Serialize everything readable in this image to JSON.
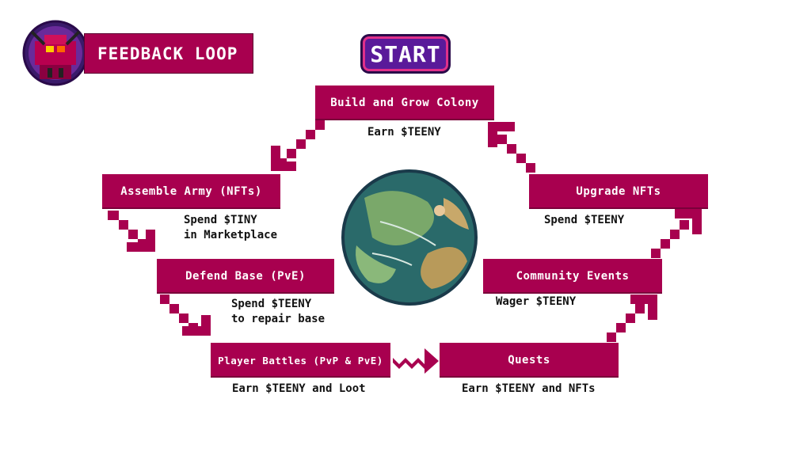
{
  "header": {
    "title": "FEEDBACK LOOP"
  },
  "start": {
    "label": "START"
  },
  "nodes": {
    "build": {
      "label": "Build and Grow Colony",
      "note": "Earn $TEENY"
    },
    "assemble": {
      "label": "Assemble Army (NFTs)",
      "note": "Spend $TINY\nin Marketplace"
    },
    "defend": {
      "label": "Defend Base (PvE)",
      "note": "Spend $TEENY\nto repair base"
    },
    "battles": {
      "label": "Player Battles (PvP & PvE)",
      "note": "Earn $TEENY and Loot"
    },
    "quests": {
      "label": "Quests",
      "note": "Earn $TEENY and NFTs"
    },
    "community": {
      "label": "Community Events",
      "note": "Wager $TEENY"
    },
    "upgrade": {
      "label": "Upgrade NFTs",
      "note": "Spend $TEENY"
    }
  },
  "colors": {
    "accent": "#a8004f",
    "start_bg": "#5a1a9a",
    "start_border": "#e0308a",
    "text": "#111111"
  },
  "icons": [
    "robot-logo-icon",
    "planet-icon",
    "pixel-arrow-icon"
  ]
}
